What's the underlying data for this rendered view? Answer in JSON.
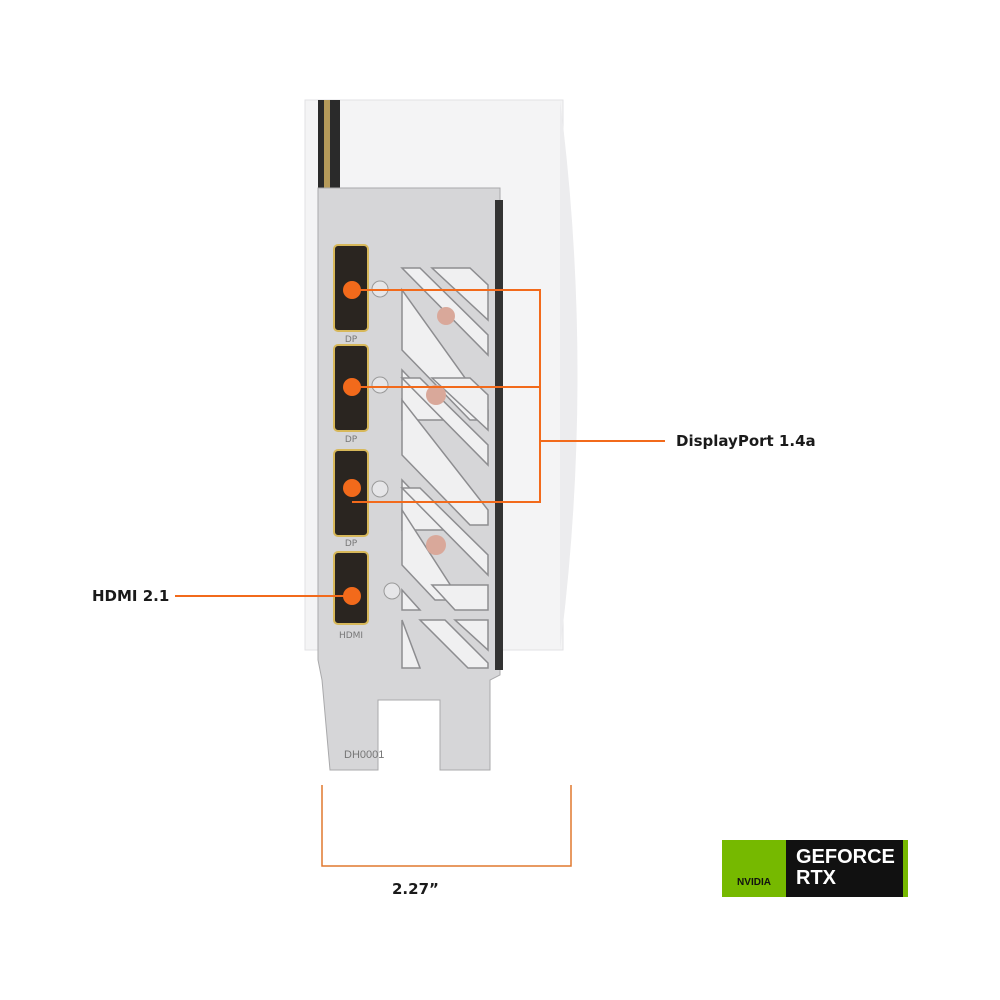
{
  "callouts": {
    "displayport": "DisplayPort 1.4a",
    "hdmi": "HDMI 2.1",
    "width": "2.27”"
  },
  "port_labels": [
    "DP",
    "DP",
    "DP",
    "HDMI"
  ],
  "bracket_marking": "DH0001",
  "badge": {
    "brand": "NVIDIA",
    "line1": "GEFORCE",
    "line2": "RTX"
  },
  "colors": {
    "accent": "#f26a1b",
    "nvidia_green": "#76b900"
  }
}
